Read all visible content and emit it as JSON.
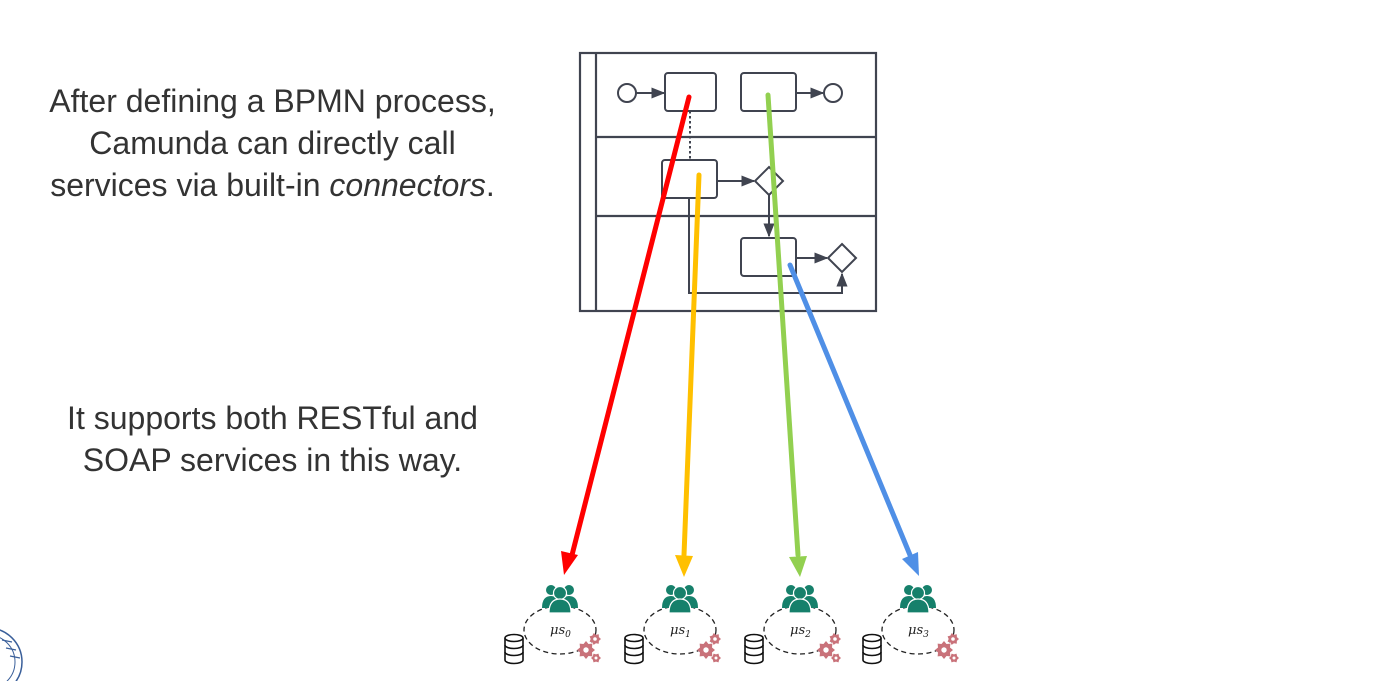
{
  "text": {
    "paragraph1_before": "After defining a BPMN process, Camunda can directly call services via built-in ",
    "paragraph1_em": "connectors",
    "paragraph1_after": ".",
    "paragraph2": "It supports both RESTful and SOAP services in this way."
  },
  "services": [
    {
      "label": "μs",
      "sub": "0"
    },
    {
      "label": "μs",
      "sub": "1"
    },
    {
      "label": "μs",
      "sub": "2"
    },
    {
      "label": "μs",
      "sub": "3"
    }
  ],
  "colors": {
    "arrow_red": "#ff0000",
    "arrow_yellow": "#ffc000",
    "arrow_green": "#92d050",
    "arrow_blue": "#4f8fe6",
    "team": "#16806b",
    "gears": "#c9727a",
    "bpmn_stroke": "#404450",
    "text": "#333333"
  },
  "icons": [
    "team-icon",
    "database-icon",
    "gears-icon",
    "university-seal-icon"
  ]
}
